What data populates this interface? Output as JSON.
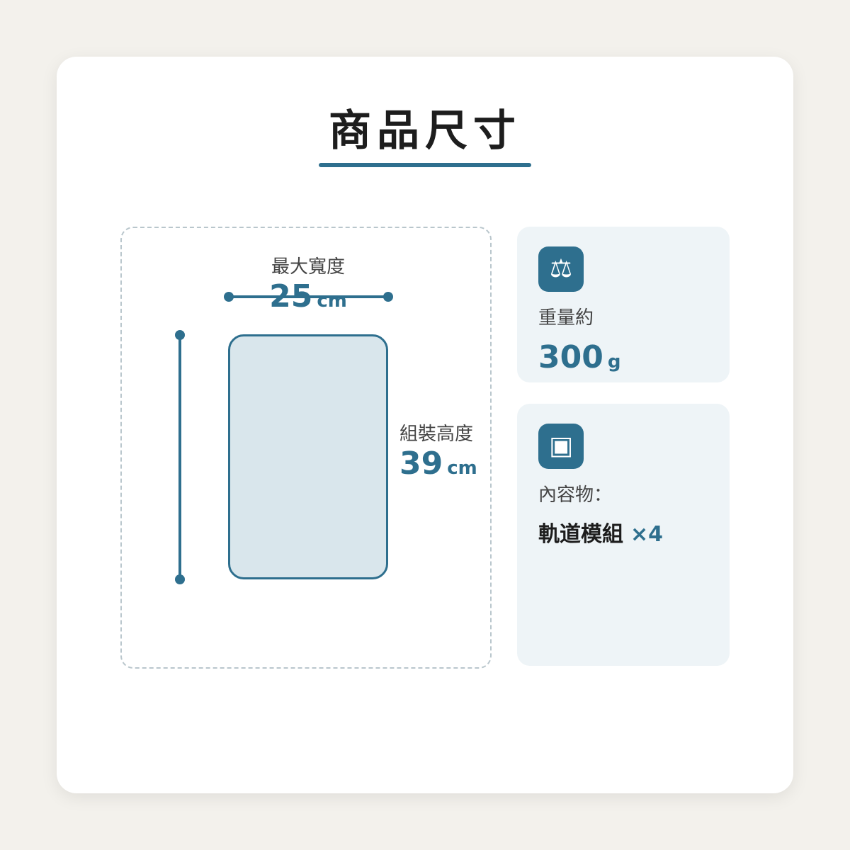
{
  "header": {
    "title": "商品尺寸"
  },
  "dimensions": {
    "width_label": "最大寬度",
    "width_value": "25",
    "width_unit": "cm",
    "height_label": "組裝高度",
    "height_value": "39",
    "height_unit": "cm"
  },
  "weight": {
    "label": "重量約",
    "value": "300",
    "unit": "g",
    "icon": "scale-icon"
  },
  "contents": {
    "label": "內容物：",
    "item": "軌道模組",
    "quantity": "×4",
    "icon": "box-icon"
  },
  "colors": {
    "accent": "#2e6f8e",
    "background": "#f3f1ec"
  }
}
